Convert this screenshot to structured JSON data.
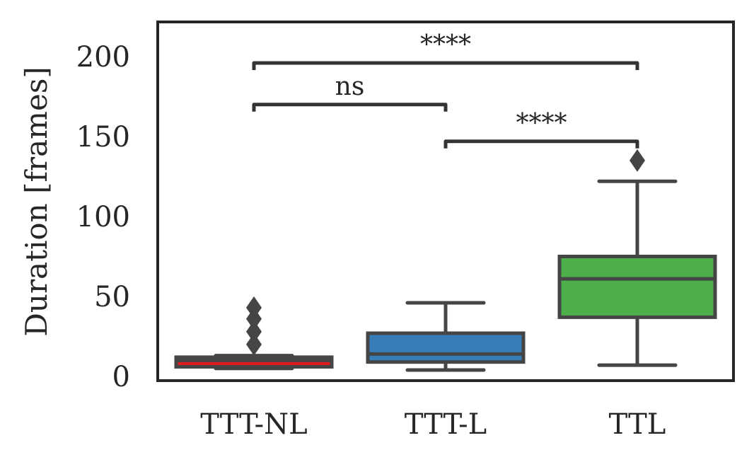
{
  "chart_data": {
    "type": "box",
    "ylabel": "Duration [frames]",
    "xlabel": "",
    "ylim": [
      0,
      220
    ],
    "yticks": [
      0,
      50,
      100,
      150,
      200
    ],
    "grid": false,
    "categories": [
      "TTT-NL",
      "TTT-L",
      "TTL"
    ],
    "boxes": [
      {
        "category": "TTT-NL",
        "color": "#e41a1c",
        "whisker_low": 5,
        "q1": 6,
        "median": 10,
        "q3": 12,
        "whisker_high": 13,
        "outliers": [
          20,
          28,
          36,
          43
        ]
      },
      {
        "category": "TTT-L",
        "color": "#377eb8",
        "whisker_low": 4,
        "q1": 9,
        "median": 14,
        "q3": 27,
        "whisker_high": 46,
        "outliers": []
      },
      {
        "category": "TTL",
        "color": "#4daf4a",
        "whisker_low": 7,
        "q1": 37,
        "median": 61,
        "q3": 75,
        "whisker_high": 122,
        "outliers": [
          135
        ]
      }
    ],
    "significance": [
      {
        "from": "TTT-NL",
        "to": "TTL",
        "label": "****",
        "y": 196
      },
      {
        "from": "TTT-NL",
        "to": "TTT-L",
        "label": "ns",
        "y": 170
      },
      {
        "from": "TTT-L",
        "to": "TTL",
        "label": "****",
        "y": 147
      }
    ]
  }
}
